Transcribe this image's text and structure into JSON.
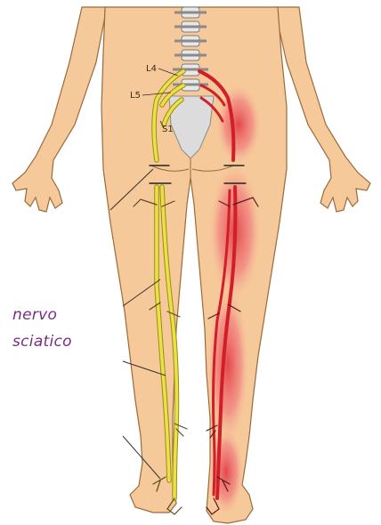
{
  "labels": {
    "vertebra_l4": "L4",
    "vertebra_l5": "L5",
    "vertebra_s1": "S1",
    "caption_line1": "nervo",
    "caption_line2": "sciatico"
  },
  "colors": {
    "skin": "#f6c99a",
    "outline": "#9a6a3a",
    "nerve_yellow": "#e7e24a",
    "nerve_red": "#d11f2a",
    "inflammation": "#ef7d86",
    "caption": "#7a2b86"
  }
}
